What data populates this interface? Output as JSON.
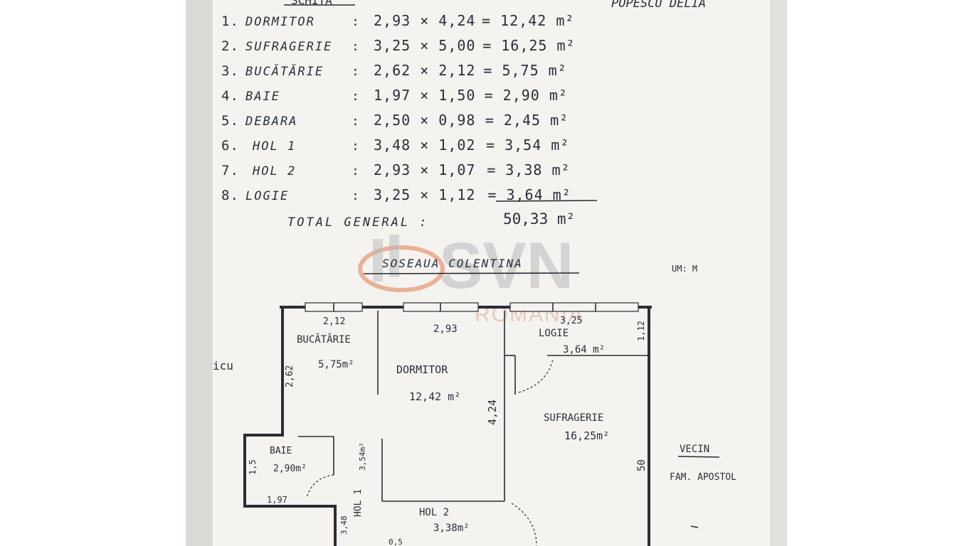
{
  "header": {
    "top_left": "SCHITA",
    "top_right": "POPESCU DELIA"
  },
  "rooms_list": [
    {
      "n": "1.",
      "name": "DORMITOR",
      "sep": ":",
      "dims": "2,93 × 4,24",
      "area": "= 12,42 m²"
    },
    {
      "n": "2.",
      "name": "SUFRAGERIE",
      "sep": ":",
      "dims": "3,25 × 5,00",
      "area": "= 16,25 m²"
    },
    {
      "n": "3.",
      "name": "BUCĂTĂRIE",
      "sep": ":",
      "dims": "2,62 × 2,12",
      "area": "= 5,75 m²"
    },
    {
      "n": "4.",
      "name": "BAIE",
      "sep": ":",
      "dims": "1,97 × 1,50",
      "area": "= 2,90 m²"
    },
    {
      "n": "5.",
      "name": "DEBARA",
      "sep": ":",
      "dims": "2,50 × 0,98",
      "area": "= 2,45 m²"
    },
    {
      "n": "6.",
      "name": "HOL 1",
      "sep": ":",
      "dims": "3,48 × 1,02",
      "area": "= 3,54 m²"
    },
    {
      "n": "7.",
      "name": "HOL 2",
      "sep": ":",
      "dims": "2,93 × 1,07",
      "area": "= 3,38 m²"
    },
    {
      "n": "8.",
      "name": "LOGIE",
      "sep": ":",
      "dims": "3,25 × 1,12",
      "area": "= 3,64 m²"
    }
  ],
  "total": {
    "label": "TOTAL GENERAL :",
    "value": "50,33 m²"
  },
  "plan": {
    "street": "SOSEAUA COLENTINA",
    "unit": "UM: M",
    "neighbor_title": "VECIN",
    "neighbor_name": "FAM. APOSTOL",
    "left_margin_text": "icu",
    "labels": {
      "bucatarie_name": "BUCĂTĂRIE",
      "bucatarie_area": "5,75m²",
      "bucatarie_w": "2,12",
      "bucatarie_h": "2,62",
      "dormitor_name": "DORMITOR",
      "dormitor_area": "12,42 m²",
      "dormitor_w": "2,93",
      "dormitor_h": "4,24",
      "logie_name": "LOGIE",
      "logie_area": "3,64 m²",
      "logie_w": "3,25",
      "logie_h": "1,12",
      "sufragerie_name": "SUFRAGERIE",
      "sufragerie_area": "16,25m²",
      "sufragerie_h": "50",
      "baie_name": "BAIE",
      "baie_area": "2,90m²",
      "baie_w": "1,97",
      "baie_h": "1,5",
      "hol1_name": "HOL 1",
      "hol1_area": "3,54m²",
      "hol1_h": "3,48",
      "hol2_name": "HOL 2",
      "hol2_area": "3,38m²",
      "bottom_dim": "0,5"
    }
  },
  "watermark": {
    "brand": "SVN",
    "sub": "ROMANIA"
  },
  "colors": {
    "paper": "#f4f3ef",
    "ink": "#2b2e3a",
    "watermark_orange": "#e07a4f"
  }
}
